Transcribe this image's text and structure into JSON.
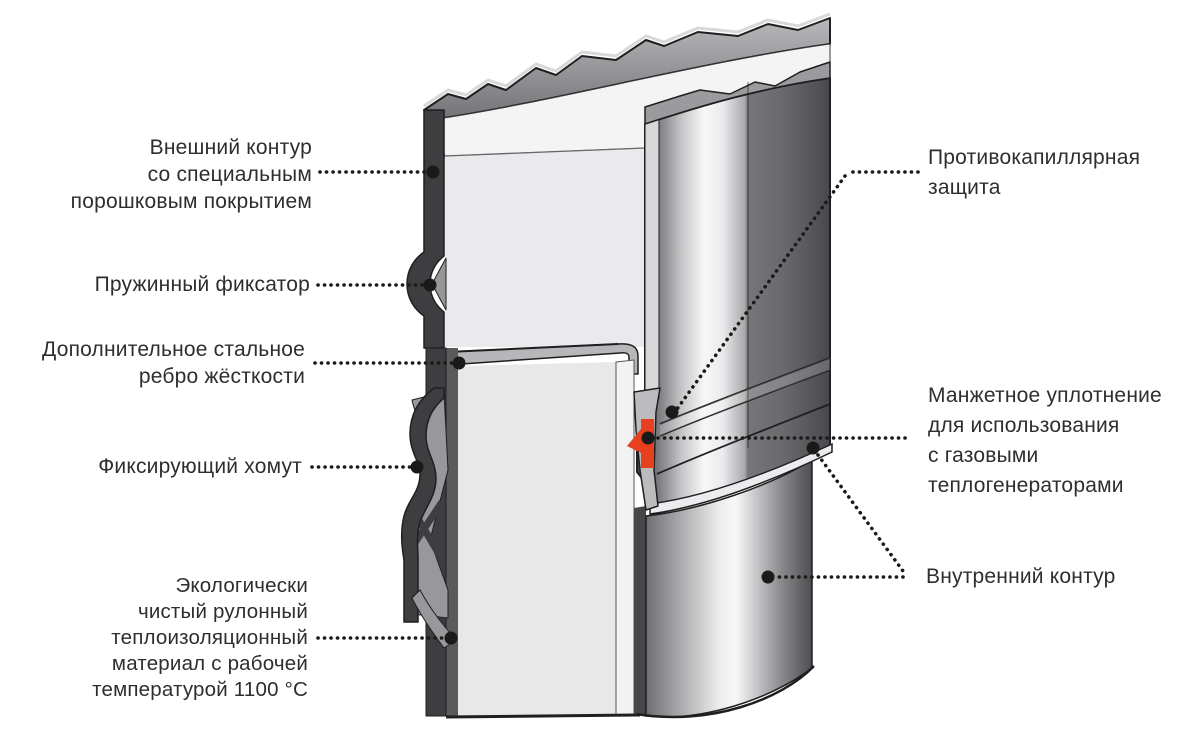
{
  "page": {
    "background": "#ffffff"
  },
  "colors": {
    "accent_red": "#e6401f",
    "text": "#2e2e30",
    "leader_dots": "#1a1a1a",
    "metal_dark": "#3e3e40",
    "insulation_light": "#eaeaec"
  },
  "labels": {
    "left": [
      {
        "id": "outer-contour",
        "lines": [
          "Внешний контур",
          "со специальным",
          "порошковым покрытием"
        ]
      },
      {
        "id": "spring-lock",
        "lines": [
          "Пружинный фиксатор"
        ]
      },
      {
        "id": "steel-rib",
        "lines": [
          "Дополнительное стальное",
          "ребро жёсткости"
        ]
      },
      {
        "id": "clamp",
        "lines": [
          "Фиксирующий хомут"
        ]
      },
      {
        "id": "insulation",
        "lines": [
          "Экологически",
          "чистый рулонный",
          "теплоизоляционный",
          "материал с рабочей",
          "температурой 1100 °C"
        ]
      }
    ],
    "right": [
      {
        "id": "anti-capillary",
        "lines": [
          "Противокапиллярная",
          "защита"
        ]
      },
      {
        "id": "cuff-seal",
        "lines": [
          "Манжетное уплотнение",
          "для использования",
          "с газовыми",
          "теплогенераторами"
        ]
      },
      {
        "id": "inner-contour",
        "lines": [
          "Внутренний контур"
        ]
      }
    ]
  }
}
